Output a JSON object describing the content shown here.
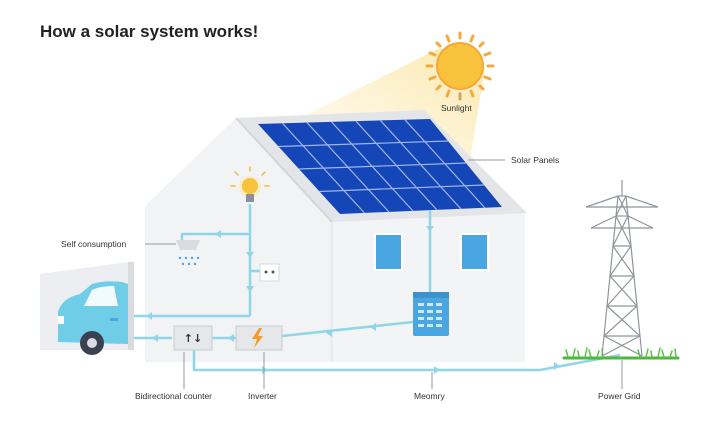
{
  "title": "How a solar system works!",
  "labels": {
    "sunlight": "Sunlight",
    "solar_panels": "Solar Panels",
    "self_consumption": "Self consumption",
    "bidirectional_counter": "Bidirectional counter",
    "inverter": "Inverter",
    "memory": "Meomry",
    "power_grid": "Power Grid"
  },
  "counter_symbol": "↑↓",
  "colors": {
    "flow": "#8fd6e8",
    "panel": "#1546b8",
    "sun": "#f9c23c",
    "house_wall": "#f2f3f5",
    "house_roof": "#e3e5e8",
    "window": "#4aa6e0",
    "car": "#6fcde8"
  }
}
